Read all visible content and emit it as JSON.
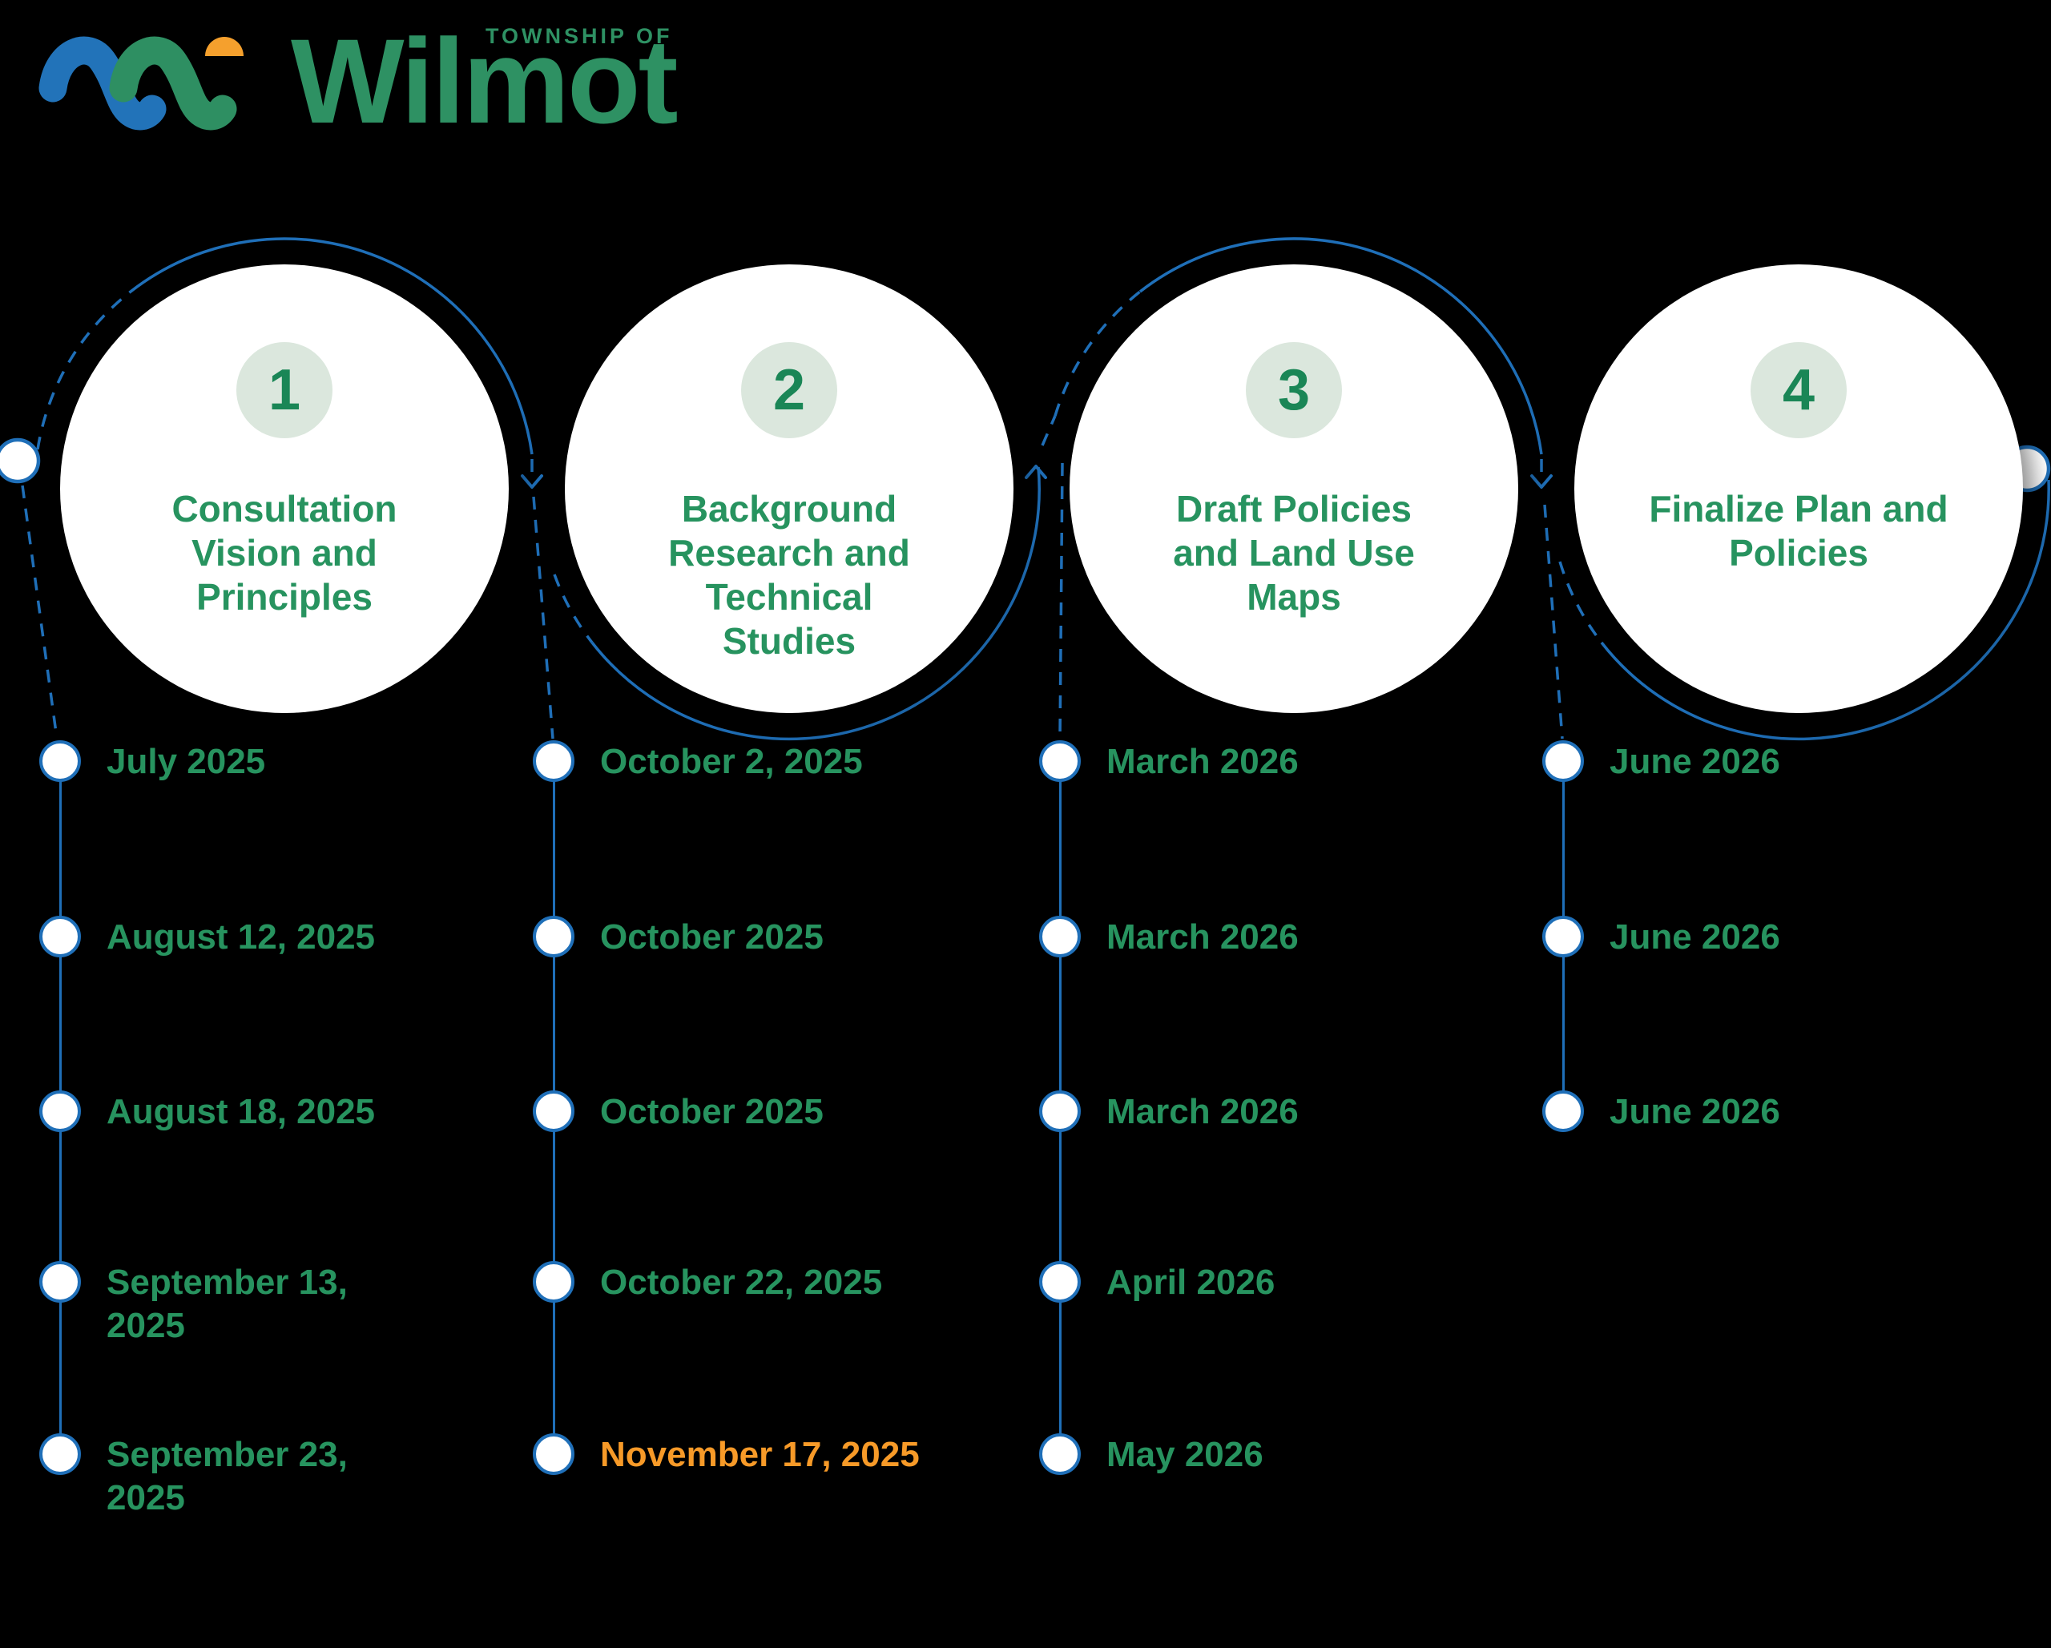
{
  "logo": {
    "township_of": "TOWNSHIP OF",
    "name": "Wilmot"
  },
  "colors": {
    "background": "#000000",
    "flow_line_blue": "#1F6FB8",
    "phase_title_green": "#27935F",
    "number_green": "#1A8656",
    "badge_background": "#DBE7DD",
    "highlight_orange": "#F79A28",
    "logo_blue": "#2273B9",
    "logo_green": "#2E8F62",
    "logo_orange": "#F5A02D",
    "circle_fill": "#FFFFFF"
  },
  "phases": [
    {
      "number": "1",
      "title": "Consultation Vision and Principles",
      "milestones": [
        {
          "label": "July 2025"
        },
        {
          "label": "August 12, 2025"
        },
        {
          "label": "August 18, 2025"
        },
        {
          "label": "September 13, 2025"
        },
        {
          "label": "September 23, 2025"
        }
      ]
    },
    {
      "number": "2",
      "title": "Background Research and Technical Studies",
      "milestones": [
        {
          "label": "October 2, 2025"
        },
        {
          "label": "October 2025"
        },
        {
          "label": "October 2025"
        },
        {
          "label": "October 22, 2025"
        },
        {
          "label": "November 17, 2025",
          "highlight": true
        }
      ]
    },
    {
      "number": "3",
      "title": "Draft Policies and Land Use Maps",
      "milestones": [
        {
          "label": "March 2026"
        },
        {
          "label": "March 2026"
        },
        {
          "label": "March 2026"
        },
        {
          "label": "April 2026"
        },
        {
          "label": "May 2026"
        }
      ]
    },
    {
      "number": "4",
      "title": "Finalize Plan and Policies",
      "milestones": [
        {
          "label": "June 2026"
        },
        {
          "label": "June 2026"
        },
        {
          "label": "June 2026"
        }
      ]
    }
  ]
}
